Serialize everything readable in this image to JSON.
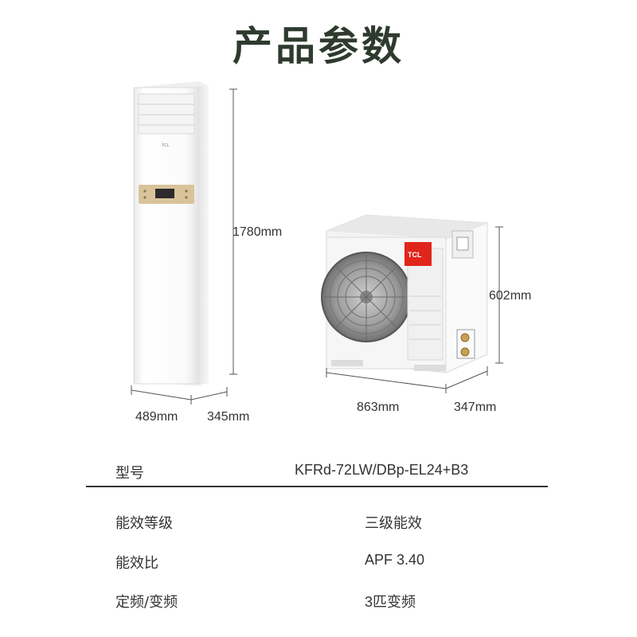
{
  "title": "产品参数",
  "dimensions": {
    "indoor_height": "1780mm",
    "indoor_width": "489mm",
    "indoor_depth": "345mm",
    "outdoor_height": "602mm",
    "outdoor_width": "863mm",
    "outdoor_depth": "347mm"
  },
  "brand": {
    "indoor_logo": "TCL",
    "outdoor_logo": "TCL"
  },
  "specs": [
    {
      "label": "型号",
      "value": "KFRd-72LW/DBp-EL24+B3"
    },
    {
      "label": "能效等级",
      "value": "三级能效"
    },
    {
      "label": "能效比",
      "value": "APF 3.40"
    },
    {
      "label": "定频/变频",
      "value": "3匹变频"
    }
  ],
  "colors": {
    "title": "#2e3a2e",
    "panel_gold": "#d9c39a",
    "logo_red": "#e0251b"
  }
}
